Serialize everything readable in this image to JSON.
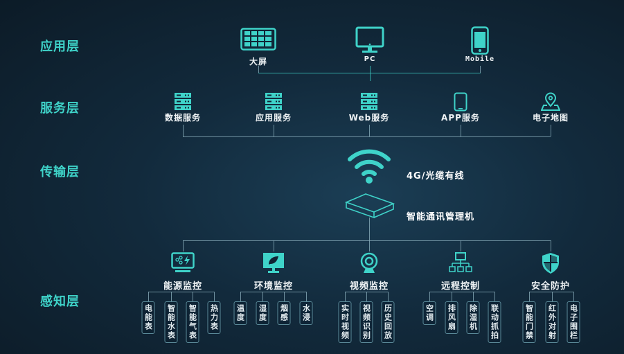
{
  "layers": [
    "应用层",
    "服务层",
    "传输层",
    "感知层"
  ],
  "apps": [
    {
      "label": "大屏",
      "icon": "big-screen-icon"
    },
    {
      "label": "PC",
      "icon": "monitor-icon"
    },
    {
      "label": "Mobile",
      "icon": "mobile-icon"
    }
  ],
  "services": [
    {
      "label": "数据服务",
      "icon": "server-icon"
    },
    {
      "label": "应用服务",
      "icon": "server-icon"
    },
    {
      "label": "Web服务",
      "icon": "server-icon"
    },
    {
      "label": "APP服务",
      "icon": "phone-icon"
    },
    {
      "label": "电子地图",
      "icon": "map-pin-icon"
    }
  ],
  "transport": {
    "network_label": "4G/光缆有线",
    "device_label": "智能通讯管理机"
  },
  "categories": [
    {
      "label": "能源监控",
      "icon": "energy-monitor-icon",
      "leaves": [
        "电能表",
        "智能水表",
        "智能气表",
        "热力表"
      ]
    },
    {
      "label": "环境监控",
      "icon": "leaf-monitor-icon",
      "leaves": [
        "温度",
        "湿度",
        "烟感",
        "水浸"
      ]
    },
    {
      "label": "视频监控",
      "icon": "camera-icon",
      "leaves": [
        "实时视频",
        "视频识别",
        "历史回放"
      ]
    },
    {
      "label": "远程控制",
      "icon": "network-control-icon",
      "leaves": [
        "空调",
        "排风扇",
        "除湿机",
        "联动抓拍"
      ]
    },
    {
      "label": "安全防护",
      "icon": "shield-icon",
      "leaves": [
        "智能门禁",
        "红外对射",
        "电子围栏"
      ]
    }
  ],
  "colors": {
    "accent": "#3fd3c9",
    "line": "#8fb3c0"
  }
}
